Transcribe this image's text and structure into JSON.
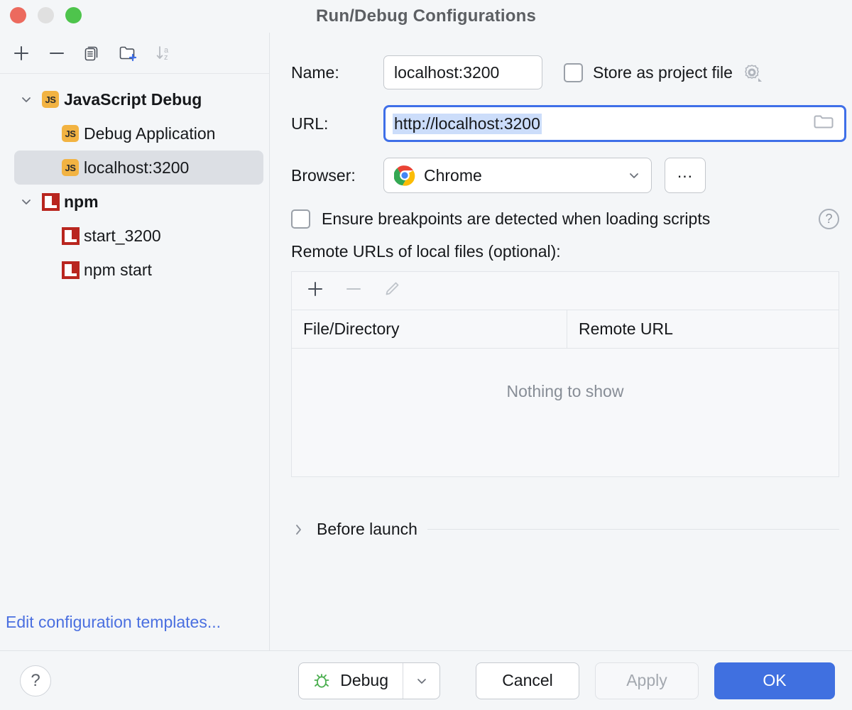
{
  "window": {
    "title": "Run/Debug Configurations",
    "traffic_lights": [
      "close-button",
      "minimize-button",
      "zoom-button"
    ]
  },
  "sidebar": {
    "toolbar": [
      {
        "name": "add-configuration-button",
        "icon": "plus-icon",
        "enabled": true
      },
      {
        "name": "remove-configuration-button",
        "icon": "minus-icon",
        "enabled": true
      },
      {
        "name": "copy-configuration-button",
        "icon": "copy-icon",
        "enabled": true
      },
      {
        "name": "new-folder-button",
        "icon": "folder-add-icon",
        "enabled": true
      },
      {
        "name": "sort-alphabetically-button",
        "icon": "sort-az-icon",
        "enabled": false
      }
    ],
    "tree": [
      {
        "label": "JavaScript Debug",
        "icon": "js-icon",
        "icon_text": "JS",
        "level": 0,
        "group": true,
        "expanded": true,
        "selected": false
      },
      {
        "label": "Debug Application",
        "icon": "js-icon",
        "icon_text": "JS",
        "level": 1,
        "group": false,
        "selected": false
      },
      {
        "label": "localhost:3200",
        "icon": "js-icon",
        "icon_text": "JS",
        "level": 1,
        "group": false,
        "selected": true
      },
      {
        "label": "npm",
        "icon": "npm-icon",
        "level": 0,
        "group": true,
        "expanded": true,
        "selected": false
      },
      {
        "label": "start_3200",
        "icon": "npm-icon",
        "level": 1,
        "group": false,
        "selected": false
      },
      {
        "label": "npm start",
        "icon": "npm-icon",
        "level": 1,
        "group": false,
        "selected": false
      }
    ],
    "edit_templates_link": "Edit configuration templates..."
  },
  "form": {
    "name_label": "Name:",
    "name_value": "localhost:3200",
    "store_as_project_file_label": "Store as project file",
    "store_as_project_file_checked": false,
    "url_label": "URL:",
    "url_value": "http://localhost:3200",
    "url_selected": true,
    "url_focused": true,
    "browser_label": "Browser:",
    "browser_value": "Chrome",
    "browser_more_label": "...",
    "ensure_breakpoints_label": "Ensure breakpoints are detected when loading scripts",
    "ensure_breakpoints_checked": false,
    "remote_urls_title": "Remote URLs of local files (optional):",
    "table": {
      "toolbar": [
        {
          "name": "add-mapping-button",
          "icon": "plus-icon",
          "enabled": true
        },
        {
          "name": "remove-mapping-button",
          "icon": "minus-icon",
          "enabled": false
        },
        {
          "name": "edit-mapping-button",
          "icon": "pencil-icon",
          "enabled": false
        }
      ],
      "columns": [
        "File/Directory",
        "Remote URL"
      ],
      "rows": [],
      "empty_text": "Nothing to show"
    },
    "before_launch_label": "Before launch",
    "before_launch_expanded": false
  },
  "footer": {
    "help_label": "?",
    "debug_label": "Debug",
    "cancel_label": "Cancel",
    "apply_label": "Apply",
    "apply_enabled": false,
    "ok_label": "OK"
  },
  "colors": {
    "accent": "#4070e0",
    "focus_ring": "#3f6fe8",
    "selection": "#ccddfa",
    "link": "#4a6fe0",
    "js_badge": "#f2b342",
    "npm_badge": "#b9261f",
    "background": "#f4f6f8",
    "row_selected": "#dcdfe4"
  }
}
